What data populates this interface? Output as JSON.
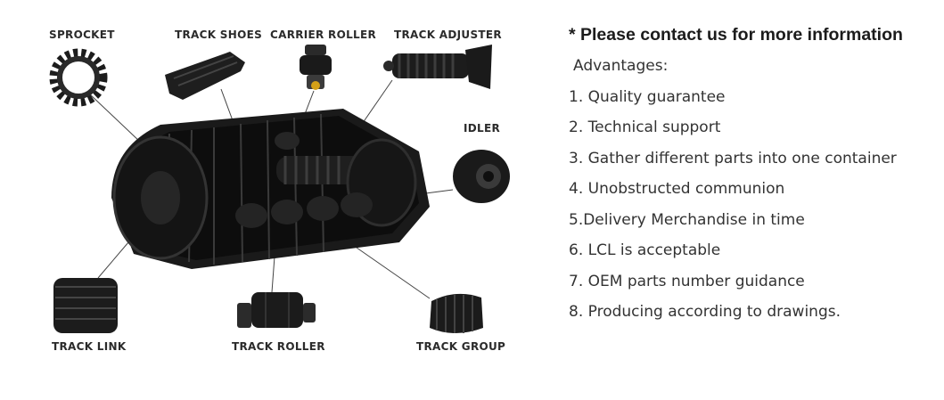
{
  "diagram": {
    "labels": {
      "sprocket": "SPROCKET",
      "track_shoes": "TRACK SHOES",
      "carrier_roller": "CARRIER ROLLER",
      "track_adjuster": "TRACK ADJUSTER",
      "idler": "IDLER",
      "track_link": "TRACK LINK",
      "track_roller": "TRACK ROLLER",
      "track_group": "TRACK GROUP"
    }
  },
  "info": {
    "notice": "* Please contact us for more information",
    "advantages_title": "Advantages:",
    "items": [
      "1. Quality guarantee",
      "2. Technical support",
      "3. Gather different parts into one container",
      "4. Unobstructed communion",
      "5.Delivery Merchandise in time",
      "6. LCL is acceptable",
      "7. OEM parts number guidance",
      "8. Producing according to drawings."
    ]
  }
}
